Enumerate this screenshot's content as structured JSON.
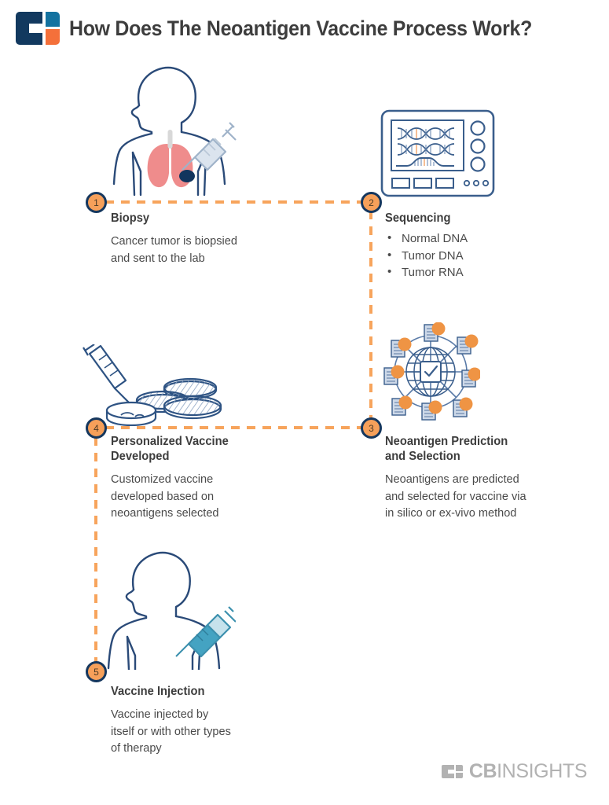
{
  "header": {
    "title": "How Does The Neoantigen Vaccine Process Work?",
    "logo_icon": "cb-insights-logo-icon",
    "colors": {
      "navy": "#12395f",
      "teal": "#1472a0",
      "orange": "#f4703a",
      "title_gray": "#3d3d3d"
    }
  },
  "flow": {
    "connector_color": "#f7a45c",
    "marker_fill": "#f6a05a",
    "marker_ring": "#15375e",
    "steps": [
      {
        "number": "1",
        "heading": "Biopsy",
        "body": "Cancer tumor is biopsied and sent to the lab",
        "bullets": [],
        "illustration": "torso-lungs-biopsy-syringe-icon"
      },
      {
        "number": "2",
        "heading": "Sequencing",
        "body": "",
        "bullets": [
          "Normal DNA",
          "Tumor DNA",
          "Tumor RNA"
        ],
        "illustration": "dna-sequencer-machine-icon"
      },
      {
        "number": "3",
        "heading": "Neoantigen Prediction and Selection",
        "body": "Neoantigens are predicted and selected for vaccine via in silico or ex-vivo method",
        "bullets": [],
        "illustration": "globe-network-checklist-icon"
      },
      {
        "number": "4",
        "heading": "Personalized Vaccine Developed",
        "body": "Customized vaccine developed based on neoantigens selected",
        "bullets": [],
        "illustration": "syringe-petri-dishes-icon"
      },
      {
        "number": "5",
        "heading": "Vaccine Injection",
        "body": "Vaccine injected by itself or with other types of therapy",
        "bullets": [],
        "illustration": "torso-arm-injection-icon"
      }
    ]
  },
  "footer": {
    "brand_bold": "CB",
    "brand_light": "INSIGHTS",
    "logo_icon": "cb-insights-footer-logo-icon"
  }
}
